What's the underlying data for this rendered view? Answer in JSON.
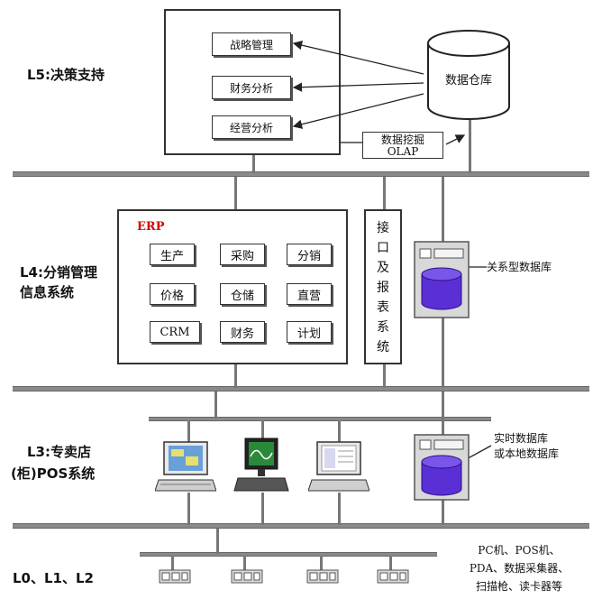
{
  "layers": {
    "l5": "L5:决策支持",
    "l4_line1": "L4:分销管理",
    "l4_line2": "信息系统",
    "l3_line1": "L3:专卖店",
    "l3_line2": "(柜)POS系统",
    "l0": "L0、L1、L2"
  },
  "l5_modules": [
    "战略管理",
    "财务分析",
    "经营分析"
  ],
  "data_warehouse": "数据仓库",
  "olap": {
    "line1": "数据挖掘",
    "line2": "OLAP"
  },
  "erp": {
    "title": "ERP",
    "modules": [
      "生产",
      "采购",
      "分销",
      "价格",
      "仓储",
      "直营",
      "CRM",
      "财务",
      "计划"
    ]
  },
  "interface_box": [
    "接",
    "口",
    "及",
    "报",
    "表",
    "系",
    "统"
  ],
  "relational_db": "关系型数据库",
  "realtime_db": {
    "line1": "实时数据库",
    "line2": "或本地数据库"
  },
  "devices": {
    "line1": "PC机、POS机、",
    "line2": "PDA、数据采集器、",
    "line3": "扫描枪、读卡器等"
  },
  "colors": {
    "erp_title": "#d40000",
    "db_fill": "#5b2fd6",
    "bus": "#8a8a8a"
  }
}
